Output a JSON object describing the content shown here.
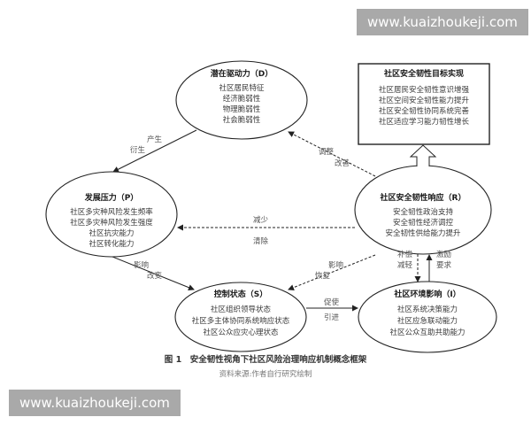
{
  "watermarks": {
    "top": "www.kuaizhoukeji.com",
    "bottom": "www.kuaizhoukeji.com"
  },
  "nodes": {
    "D": {
      "title": "潜在驱动力（D）",
      "items": [
        "社区居民特征",
        "经济脆弱性",
        "物理脆弱性",
        "社会脆弱性"
      ]
    },
    "target": {
      "title": "社区安全韧性目标实现",
      "items": [
        "社区居民安全韧性意识增强",
        "社区空间安全韧性能力提升",
        "社区安全韧性协同系统完善",
        "社区适应学习能力韧性增长"
      ]
    },
    "P": {
      "title": "发展压力（P）",
      "items": [
        "社区多灾种风险发生频率",
        "社区多灾种风险发生强度",
        "社区抗灾能力",
        "社区转化能力"
      ]
    },
    "R": {
      "title": "社区安全韧性响应（R）",
      "items": [
        "安全韧性政治支持",
        "安全韧性经济调控",
        "安全韧性供给能力提升"
      ]
    },
    "S": {
      "title": "控制状态（S）",
      "items": [
        "社区组织领导状态",
        "社区多主体协同系统响应状态",
        "社区公众应灾心理状态"
      ]
    },
    "I": {
      "title": "社区环境影响（I）",
      "items": [
        "社区系统决策能力",
        "社区应急联动能力",
        "社区公众互助共助能力"
      ]
    }
  },
  "edges": {
    "D_to_P": {
      "label1": "产生",
      "label2": "衍生",
      "style": "solid"
    },
    "R_to_D": {
      "label1": "调整",
      "label2": "改善",
      "style": "dashed"
    },
    "R_to_P": {
      "label1": "减少",
      "label2": "清除",
      "style": "dashed"
    },
    "P_to_S": {
      "label1": "影响",
      "label2": "改变",
      "style": "solid"
    },
    "R_to_S": {
      "label1": "影响",
      "label2": "恢复",
      "style": "dashed"
    },
    "R_to_I": {
      "label1": "补偿",
      "label2": "减轻",
      "style": "dashed"
    },
    "I_to_R": {
      "label1": "激励",
      "label2": "要求",
      "style": "solid"
    },
    "S_to_I": {
      "label1": "促使",
      "label2": "引进",
      "style": "solid"
    },
    "R_to_target": {
      "style": "hollow-arrow"
    }
  },
  "caption": {
    "figure": "图 1　安全韧性视角下社区风险治理响应机制概念框架",
    "source": "资料来源:作者自行研究绘制"
  },
  "colors": {
    "line": "#222222",
    "watermark_bg": "#a9a9a9",
    "text": "#3a3a3a"
  }
}
